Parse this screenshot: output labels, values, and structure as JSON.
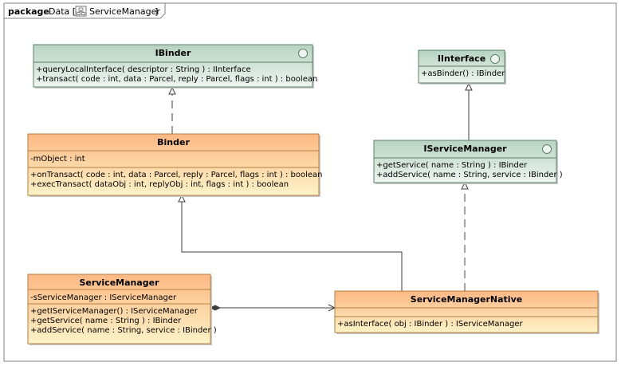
{
  "package": {
    "keyword": "package",
    "name": "Data [",
    "diagram": "ServiceManager",
    "close": "]"
  },
  "classes": {
    "ibinder": {
      "name": "IBinder",
      "kind": "interface",
      "attributes": [],
      "operations": [
        "+queryLocalInterface( descriptor : String ) : IInterface",
        "+transact( code : int, data : Parcel, reply : Parcel, flags : int ) : boolean"
      ]
    },
    "iinterface": {
      "name": "IInterface",
      "kind": "interface",
      "attributes": [],
      "operations": [
        "+asBinder() : IBinder"
      ]
    },
    "binder": {
      "name": "Binder",
      "kind": "class",
      "attributes": [
        "-mObject : int"
      ],
      "operations": [
        "+onTransact( code : int, data : Parcel, reply : Parcel, flags : int ) : boolean",
        "+execTransact( dataObj : int, replyObj : int, flags : int ) : boolean"
      ]
    },
    "iservicemanager": {
      "name": "IServiceManager",
      "kind": "interface",
      "attributes": [],
      "operations": [
        "+getService( name : String ) : IBinder",
        "+addService( name : String, service : IBinder )"
      ]
    },
    "servicemanager": {
      "name": "ServiceManager",
      "kind": "class",
      "attributes": [
        "-sServiceManager : IServiceManager"
      ],
      "operations": [
        "+getIServiceManager() : IServiceManager",
        "+getService( name : String ) : IBinder",
        "+addService( name : String, service : IBinder )"
      ]
    },
    "servicemanagernative": {
      "name": "ServiceManagerNative",
      "kind": "class",
      "attributes": [],
      "operations": [
        "+asInterface( obj : IBinder ) : IServiceManager"
      ]
    }
  },
  "relationships": [
    {
      "from": "Binder",
      "to": "IBinder",
      "type": "realization"
    },
    {
      "from": "IServiceManager",
      "to": "IInterface",
      "type": "generalization"
    },
    {
      "from": "ServiceManagerNative",
      "to": "Binder",
      "type": "generalization"
    },
    {
      "from": "ServiceManagerNative",
      "to": "IServiceManager",
      "type": "realization"
    },
    {
      "from": "ServiceManager",
      "to": "ServiceManagerNative",
      "type": "composition"
    }
  ],
  "colors": {
    "interface_fill_top": "#b7d3c2",
    "interface_fill_bottom": "#eef5f0",
    "interface_border": "#5e7f6a",
    "class_fill_top": "#fdb884",
    "class_fill_bottom": "#fdf3c8",
    "class_border": "#b5813d",
    "line": "#404040"
  }
}
